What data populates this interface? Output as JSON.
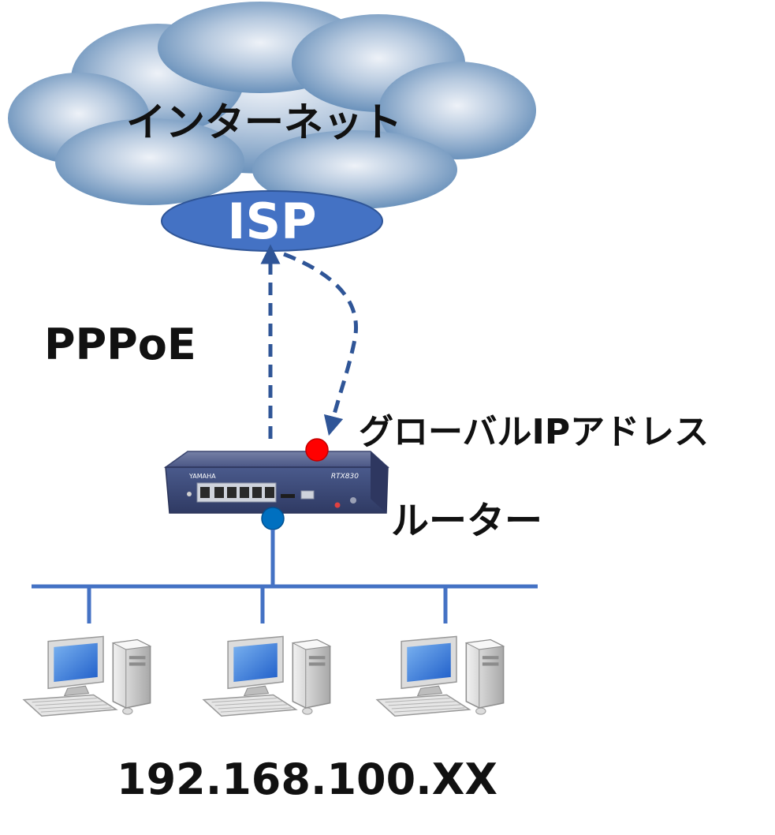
{
  "cloud": {
    "label": "インターネット"
  },
  "isp": {
    "label": "ISP"
  },
  "protocol": {
    "label": "PPPoE"
  },
  "global_ip": {
    "label": "グローバルIPアドレス"
  },
  "router": {
    "label": "ルーター",
    "brand": "YAMAHA",
    "model": "RTX830"
  },
  "lan": {
    "address_label": "192.168.100.XX",
    "client_count": 3
  },
  "colors": {
    "cloud_dark": "#5b86b3",
    "cloud_light": "#e8eef6",
    "isp_fill": "#4472c4",
    "arrow": "#2f5597",
    "line": "#4472c4",
    "global_ip_dot": "#ff0000",
    "lan_dot": "#0070c0",
    "router_body": "#3d4b78"
  }
}
